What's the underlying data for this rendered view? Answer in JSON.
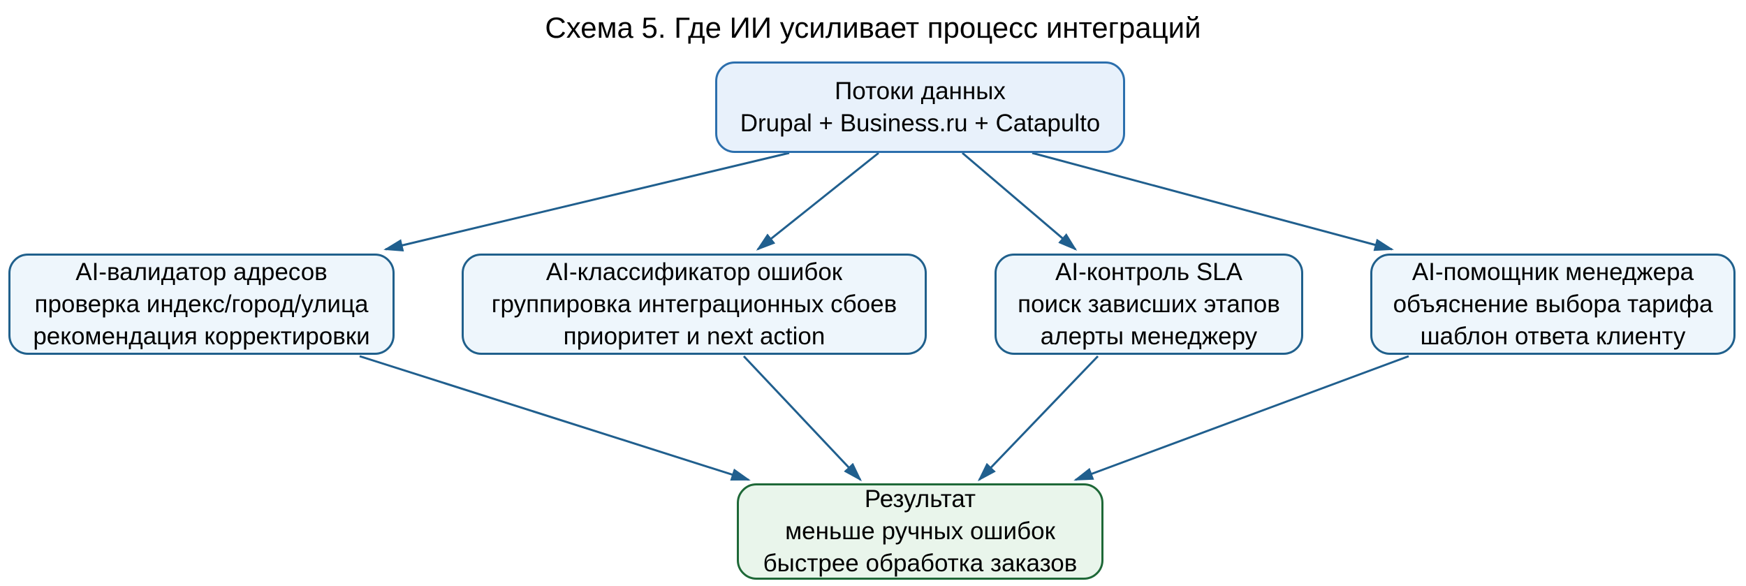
{
  "title": "Схема 5. Где ИИ усиливает процесс интеграций",
  "colors": {
    "edge": "#205f8e",
    "source_node_fill": "#e8f1fb",
    "source_node_border": "#2c6fad",
    "ai_node_fill": "#eef6fc",
    "ai_node_border": "#20608c",
    "result_node_fill": "#e9f5eb",
    "result_node_border": "#1e6837",
    "text": "#000000"
  },
  "nodes": {
    "source": {
      "lines": [
        "Потоки данных",
        "Drupal + Business.ru + Catapulto"
      ]
    },
    "validator": {
      "lines": [
        "AI-валидатор адресов",
        "проверка индекс/город/улица",
        "рекомендация корректировки"
      ]
    },
    "classifier": {
      "lines": [
        "AI-классификатор ошибок",
        "группировка интеграционных сбоев",
        "приоритет и next action"
      ]
    },
    "sla_control": {
      "lines": [
        "AI-контроль SLA",
        "поиск зависших этапов",
        "алерты менеджеру"
      ]
    },
    "assistant": {
      "lines": [
        "AI-помощник менеджера",
        "объяснение выбора тарифа",
        "шаблон ответа клиенту"
      ]
    },
    "result": {
      "lines": [
        "Результат",
        "меньше ручных ошибок",
        "быстрее обработка заказов"
      ]
    }
  },
  "edges": [
    {
      "from": "source",
      "to": "validator"
    },
    {
      "from": "source",
      "to": "classifier"
    },
    {
      "from": "source",
      "to": "sla_control"
    },
    {
      "from": "source",
      "to": "assistant"
    },
    {
      "from": "validator",
      "to": "result"
    },
    {
      "from": "classifier",
      "to": "result"
    },
    {
      "from": "sla_control",
      "to": "result"
    },
    {
      "from": "assistant",
      "to": "result"
    }
  ]
}
